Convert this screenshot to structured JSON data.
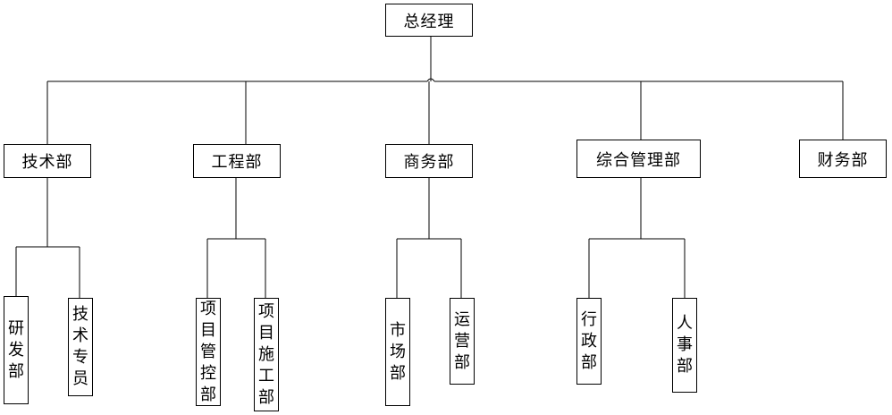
{
  "top": {
    "label": "总经理"
  },
  "departments": [
    {
      "label": "技术部",
      "children": [
        "研发部",
        "技术专员"
      ]
    },
    {
      "label": "工程部",
      "children": [
        "项目管控部",
        "项目施工部"
      ]
    },
    {
      "label": "商务部",
      "children": [
        "市场部",
        "运营部"
      ]
    },
    {
      "label": "综合管理部",
      "children": [
        "行政部",
        "人事部"
      ]
    },
    {
      "label": "财务部",
      "children": []
    }
  ]
}
